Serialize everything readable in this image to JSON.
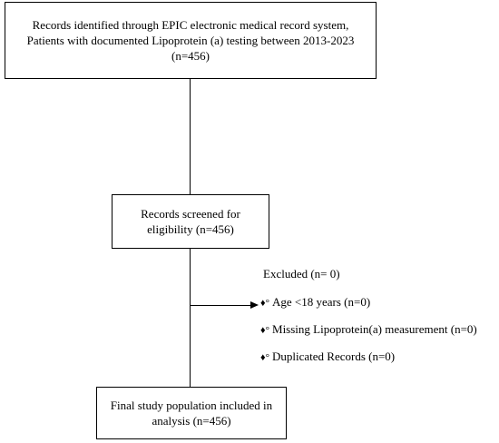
{
  "identified": {
    "lines": [
      "Records identified through EPIC electronic medical record system,",
      "Patients with documented Lipoprotein (a) testing between 2013-2023",
      "(n=456)"
    ]
  },
  "screened": {
    "lines": [
      "Records screened for",
      "eligibility (n=456)"
    ]
  },
  "excluded": {
    "title": "Excluded (n= 0)",
    "bullet": "♦°",
    "items": [
      "Age <18 years (n=0)",
      "Missing Lipoprotein(a) measurement (n=0)",
      "Duplicated Records (n=0)"
    ]
  },
  "final": {
    "lines": [
      "Final study population included in",
      "analysis (n=456)"
    ]
  }
}
